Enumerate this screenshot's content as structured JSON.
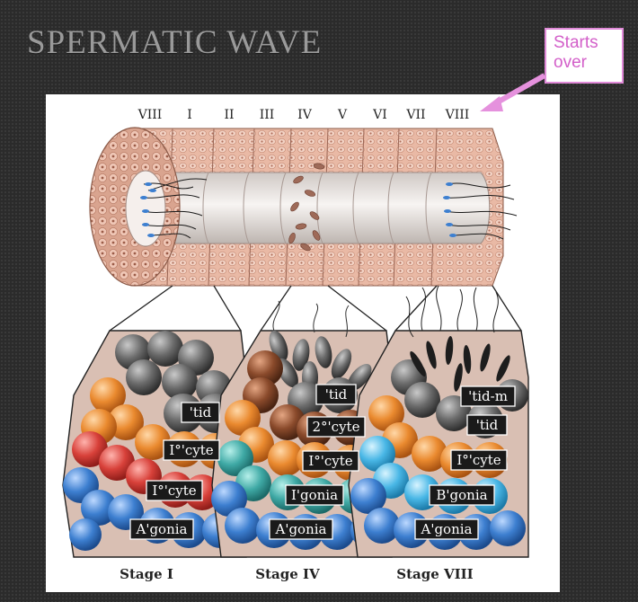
{
  "slide": {
    "title": "SPERMATIC WAVE"
  },
  "callout": {
    "line1": "Starts",
    "line2": "over",
    "color": "#d35fc9"
  },
  "stages_axis": [
    "VIII",
    "I",
    "II",
    "III",
    "IV",
    "V",
    "VI",
    "VII",
    "VIII"
  ],
  "panels": [
    {
      "name": "Stage I",
      "labels": [
        "'tid",
        "I°'cyte",
        "I°'cyte",
        "A'gonia"
      ]
    },
    {
      "name": "Stage IV",
      "labels": [
        "'tid",
        "2°'cyte",
        "I°'cyte",
        "I'gonia",
        "A'gonia"
      ]
    },
    {
      "name": "Stage VIII",
      "labels": [
        "'tid-m",
        "'tid",
        "I°'cyte",
        "B'gonia",
        "A'gonia"
      ]
    }
  ],
  "colors": {
    "spermatid": "#5a5a5a",
    "primary_spermatocyte": "#e8892e",
    "leptotene_spermatocyte": "#d8413a",
    "type_a_spermatogonia": "#3d7fd0",
    "intermediate_spermatogonia": "#3fa9a5",
    "type_b_spermatogonia": "#49b7e6",
    "secondary_spermatocyte": "#8a4a2b",
    "tubule_wall": "#e8b7a4"
  }
}
